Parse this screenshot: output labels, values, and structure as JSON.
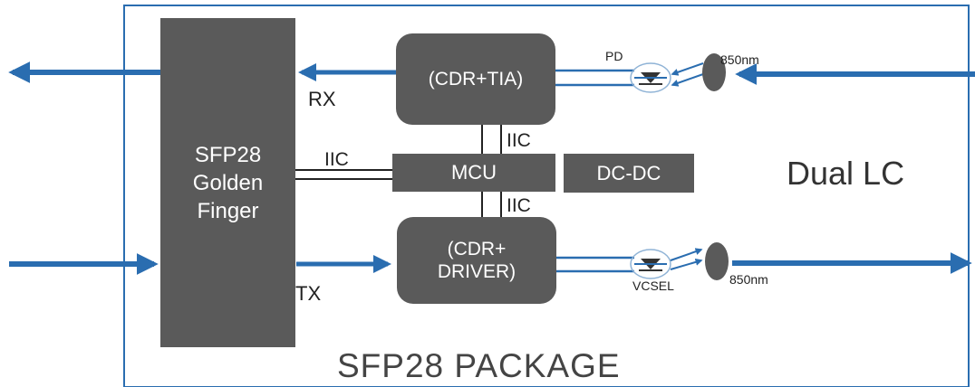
{
  "package": {
    "label": "SFP28 PACKAGE"
  },
  "connector": {
    "label": "Dual LC"
  },
  "golden_finger": {
    "line1": "SFP28",
    "line2": "Golden",
    "line3": "Finger"
  },
  "rx_block": {
    "label": "(CDR+TIA)"
  },
  "tx_block": {
    "line1": "(CDR+",
    "line2": "DRIVER)"
  },
  "mcu": {
    "label": "MCU"
  },
  "dcdc": {
    "label": "DC-DC"
  },
  "bus": {
    "iic_left": "IIC",
    "iic_top": "IIC",
    "iic_bottom": "IIC"
  },
  "signals": {
    "rx": "RX",
    "tx": "TX"
  },
  "optics": {
    "pd": "PD",
    "vcsel": "VCSEL",
    "rx_wavelength": "850nm",
    "tx_wavelength": "850nm"
  },
  "colors": {
    "arrow": "#2a6db0",
    "block": "#5a5a5a",
    "frame": "#2a6db0"
  }
}
